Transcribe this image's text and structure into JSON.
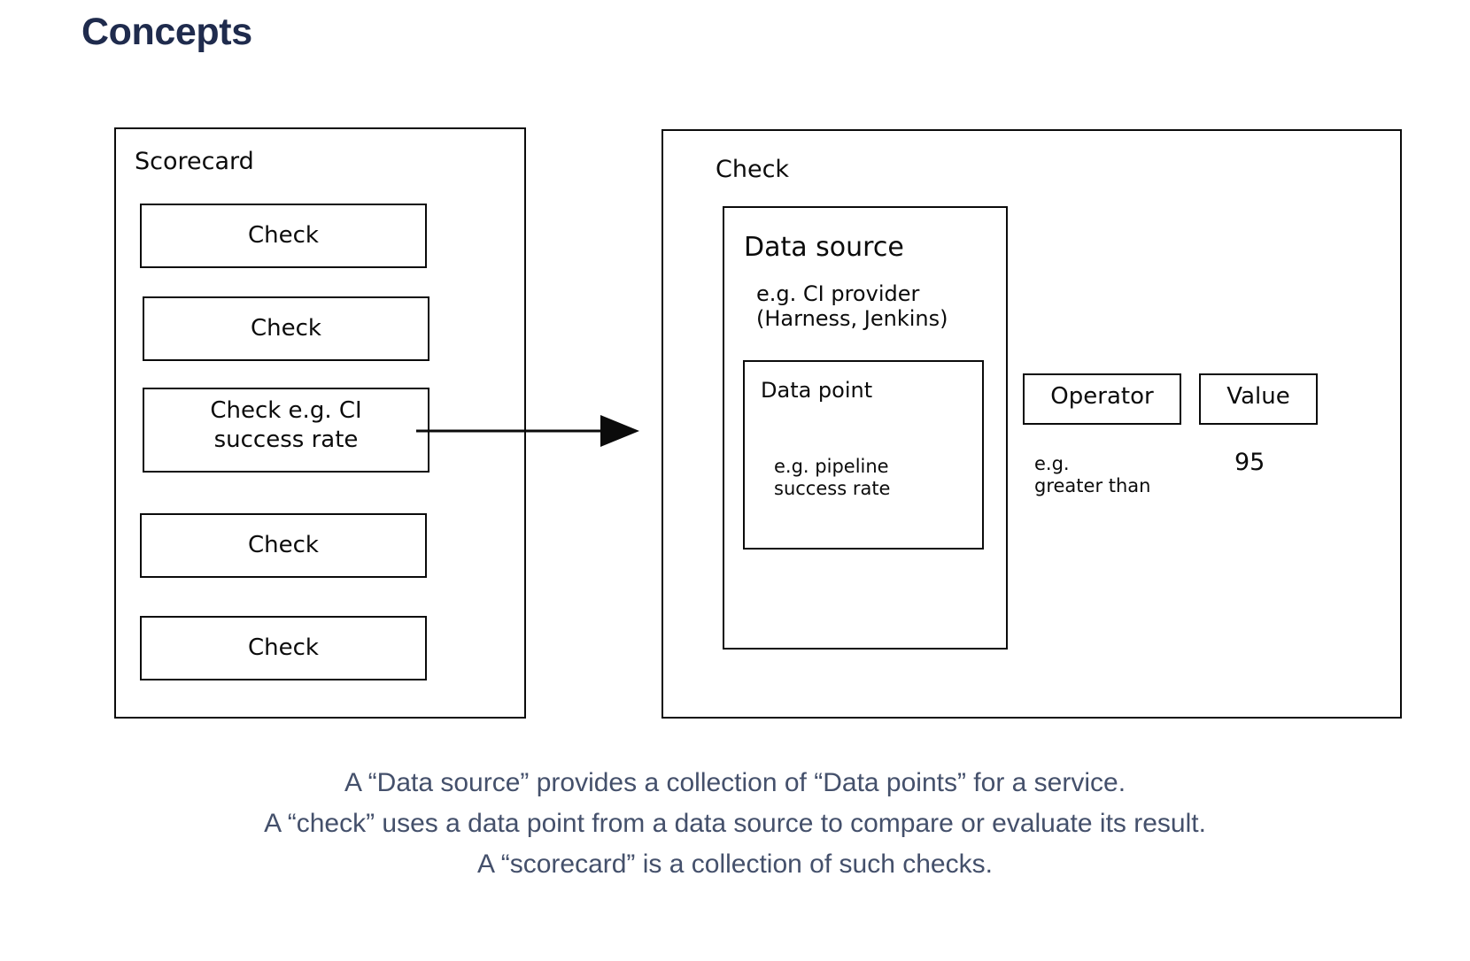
{
  "page": {
    "title": "Concepts",
    "title_color": "#1f2b4d",
    "background": "#ffffff",
    "ink_color": "#0b0b0b",
    "caption_color": "#44506b"
  },
  "diagram": {
    "type": "concept-diagram",
    "scorecard": {
      "label": "Scorecard",
      "checks": [
        {
          "label": "Check"
        },
        {
          "label": "Check"
        },
        {
          "label": "Check e.g. CI\nsuccess rate"
        },
        {
          "label": "Check"
        },
        {
          "label": "Check"
        }
      ]
    },
    "check_detail": {
      "label": "Check",
      "data_source": {
        "heading": "Data source",
        "example": "e.g. CI provider\n(Harness, Jenkins)",
        "data_point": {
          "heading": "Data point",
          "example": "e.g. pipeline\nsuccess rate"
        }
      },
      "operator": {
        "label": "Operator",
        "example": "e.g.\ngreater than"
      },
      "value": {
        "label": "Value",
        "example": "95"
      }
    },
    "arrow": {
      "name": "scorecard-check-to-check-detail",
      "direction": "right"
    }
  },
  "caption": {
    "lines": [
      "A “Data source” provides a collection of “Data points” for a service.",
      "A “check” uses a data point from a data source to compare or evaluate its result.",
      "A “scorecard” is a collection of such checks."
    ]
  }
}
